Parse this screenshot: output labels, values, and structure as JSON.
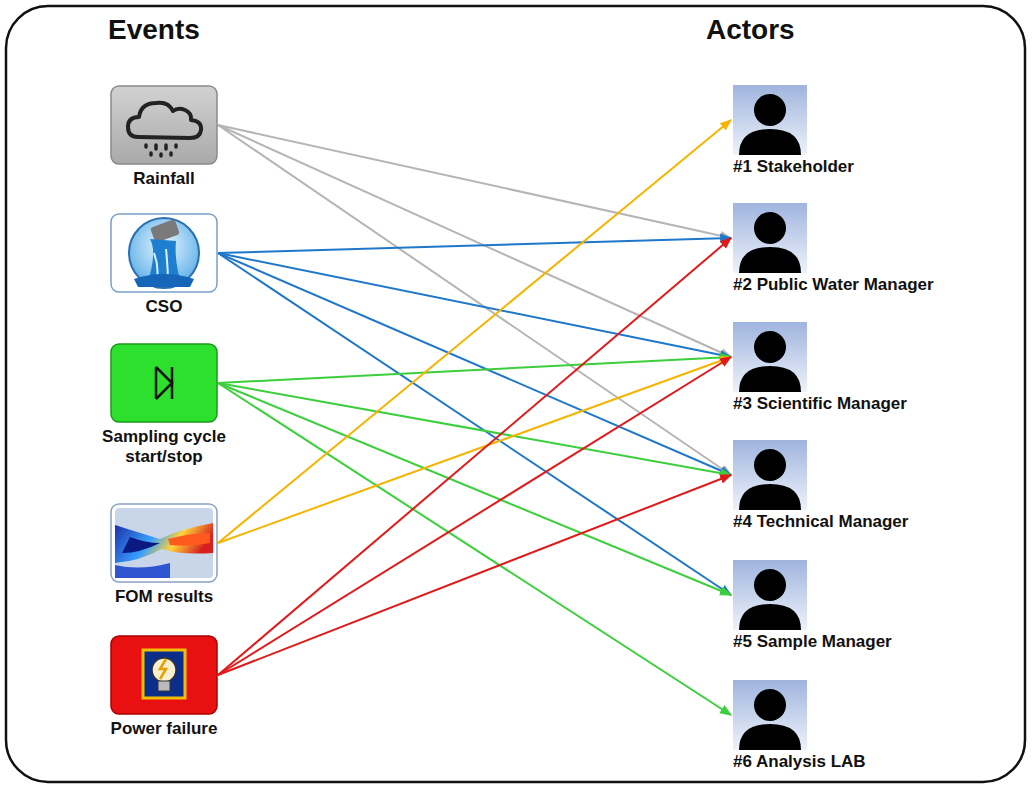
{
  "diagram": {
    "nodes": [
      {
        "text": [
          "Rainfall"
        ]
      },
      {
        "text": [
          "CSO"
        ]
      },
      {
        "text": [
          "Sampling cycle start/stop"
        ]
      },
      {
        "text": [
          "FOM results"
        ]
      },
      {
        "text": [
          "Power failure"
        ]
      },
      {
        "text": [
          "#1 Stakeholder"
        ]
      },
      {
        "text": [
          "#2 Public Water Manager"
        ]
      },
      {
        "text": [
          "#3 Scientific Manager"
        ]
      },
      {
        "text": [
          "#4 Technical Manager"
        ]
      },
      {
        "text": [
          "#5 Sample Manager"
        ]
      },
      {
        "text": [
          "#6 Analysis LAB"
        ]
      }
    ],
    "edges": [
      {
        "from": 0,
        "to": 6,
        "arrow": "to"
      },
      {
        "from": 0,
        "to": 7,
        "arrow": "to"
      },
      {
        "from": 0,
        "to": 8,
        "arrow": "to"
      },
      {
        "from": 1,
        "to": 6,
        "arrow": "to"
      },
      {
        "from": 1,
        "to": 7,
        "arrow": "to"
      },
      {
        "from": 1,
        "to": 8,
        "arrow": "to"
      },
      {
        "from": 1,
        "to": 9,
        "arrow": "to"
      },
      {
        "from": 2,
        "to": 7,
        "arrow": "to"
      },
      {
        "from": 2,
        "to": 8,
        "arrow": "to"
      },
      {
        "from": 2,
        "to": 9,
        "arrow": "to"
      },
      {
        "from": 2,
        "to": 10,
        "arrow": "to"
      },
      {
        "from": 3,
        "to": 5,
        "arrow": "to"
      },
      {
        "from": 3,
        "to": 7,
        "arrow": "to"
      },
      {
        "from": 4,
        "to": 6,
        "arrow": "to"
      },
      {
        "from": 4,
        "to": 7,
        "arrow": "to"
      },
      {
        "from": 4,
        "to": 8,
        "arrow": "to"
      }
    ],
    "labels": [
      "Events",
      "Actors"
    ]
  }
}
